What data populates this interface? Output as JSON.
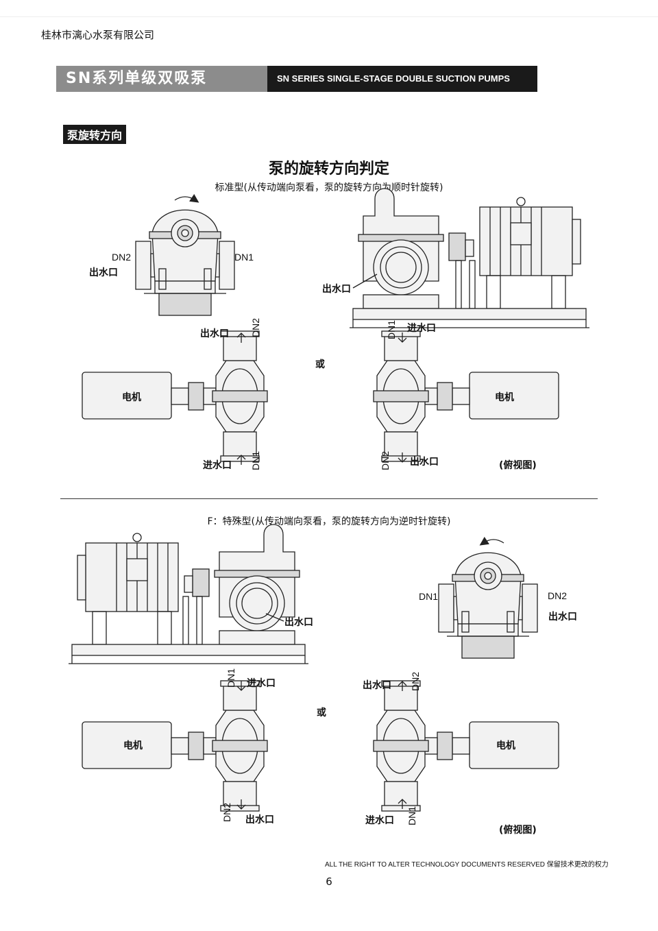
{
  "company": "桂林市漓心水泵有限公司",
  "banner": {
    "cn": "SN系列单级双吸泵",
    "en": "SN SERIES SINGLE-STAGE DOUBLE SUCTION PUMPS"
  },
  "section_tag": "泵旋转方向",
  "main_title": "泵的旋转方向判定",
  "standard_subtitle": "标准型(从传动端向泵看，泵的旋转方向为顺时针旋转)",
  "special_subtitle": "F：特殊型(从传动端向泵看，泵的旋转方向为逆时针旋转)",
  "labels": {
    "dn1": "DN1",
    "dn2": "DN2",
    "outlet": "出水口",
    "inlet": "进水口",
    "motor": "电机",
    "or": "或",
    "top_view": "(俯视图)"
  },
  "footer_note": "ALL THE RIGHT TO ALTER TECHNOLOGY DOCUMENTS RESERVED  保留技术更改的权力",
  "page_number": "6"
}
